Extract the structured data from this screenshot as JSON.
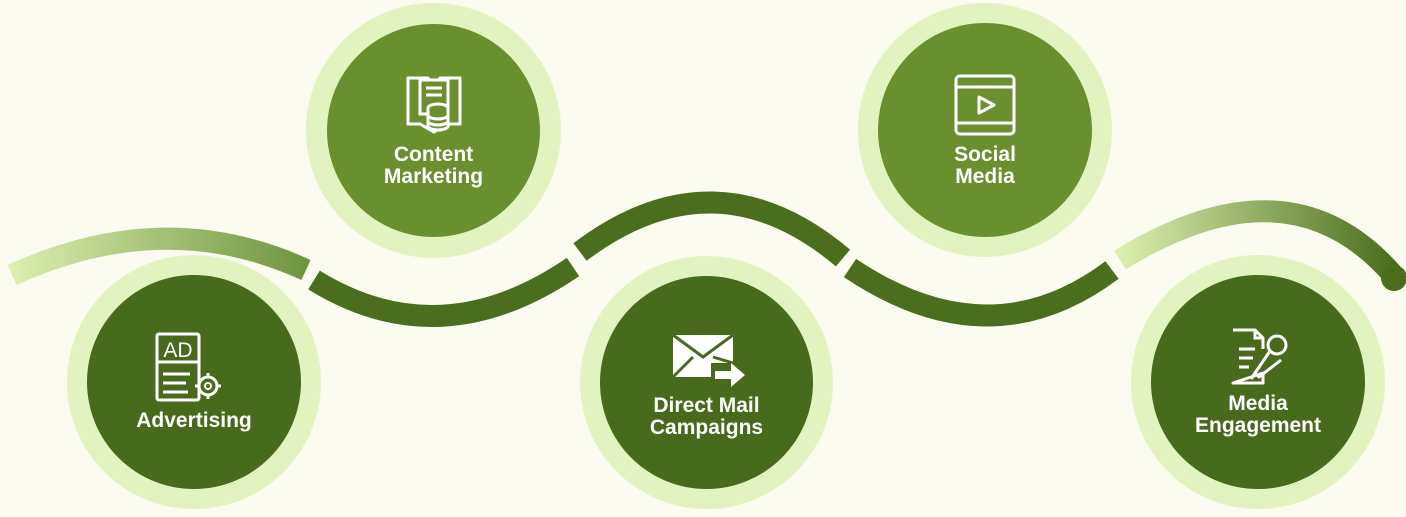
{
  "colors": {
    "background": "#fbfbef",
    "ring": "#e2f3bf",
    "node_light": "#6a8f2f",
    "node_dark": "#476a1c",
    "wave_dark": "#4a6d1e",
    "wave_light": "#dcefae"
  },
  "steps": [
    {
      "label": "Advertising",
      "icon": "ad-settings-icon"
    },
    {
      "label": "Content\nMarketing",
      "icon": "content-database-icon"
    },
    {
      "label": "Direct Mail\nCampaigns",
      "icon": "mail-forward-icon"
    },
    {
      "label": "Social\nMedia",
      "icon": "video-play-icon"
    },
    {
      "label": "Media\nEngagement",
      "icon": "document-microphone-icon"
    }
  ],
  "icon_text": {
    "ad": "AD"
  }
}
